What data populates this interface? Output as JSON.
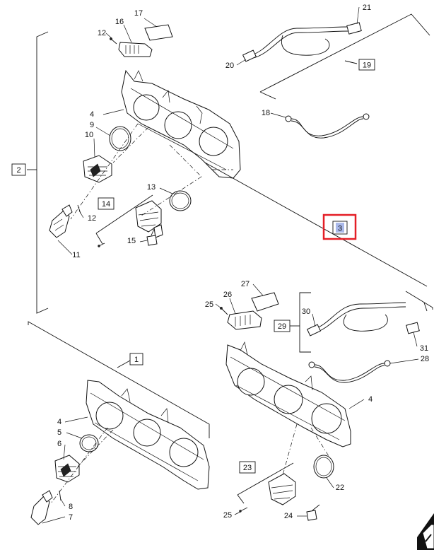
{
  "diagram": {
    "callouts": {
      "c1": "1",
      "c2": "2",
      "c3": "3",
      "c4a": "4",
      "c4b": "4",
      "c4c": "4",
      "c5": "5",
      "c6": "6",
      "c7": "7",
      "c8": "8",
      "c9": "9",
      "c10": "10",
      "c11": "11",
      "c12a": "12",
      "c12b": "12",
      "c13": "13",
      "c14": "14",
      "c15": "15",
      "c16": "16",
      "c17": "17",
      "c18": "18",
      "c19": "19",
      "c20": "20",
      "c21": "21",
      "c22": "22",
      "c23": "23",
      "c24": "24",
      "c25a": "25",
      "c25b": "25",
      "c26": "26",
      "c27": "27",
      "c28": "28",
      "c29": "29",
      "c30": "30",
      "c31": "31"
    },
    "highlight_color": "#aab9ea",
    "selection_color": "#e41e26",
    "corner_icon": "next-page-arrow-icon"
  }
}
